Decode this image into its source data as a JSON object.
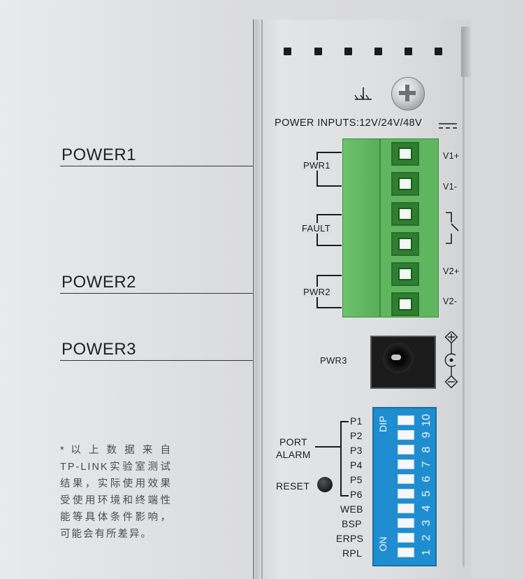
{
  "callouts": {
    "power1": "POWER1",
    "power2": "POWER2",
    "power3": "POWER3"
  },
  "disclaimer": "* 以 上 数 据 来 自 TP-LINK实验室测试结果，实际使用效果受使用环境和终端性能等具体条件影响，可能会有所差异。",
  "device": {
    "power_inputs": "POWER INPUTS:12V/24V/48V",
    "ground_symbol": "ground-symbol",
    "pwr1": "PWR1",
    "fault": "FAULT",
    "pwr2": "PWR2",
    "pwr3": "PWR3",
    "terminals": [
      "V1+",
      "V1-",
      "V2+",
      "V2-"
    ],
    "port_alarm_line1": "PORT",
    "port_alarm_line2": "ALARM",
    "reset": "RESET",
    "dip_labels": [
      "P1",
      "P2",
      "P3",
      "P4",
      "P5",
      "P6",
      "WEB",
      "BSP",
      "ERPS",
      "RPL"
    ],
    "dip_title": "DIP",
    "dip_on": "ON",
    "dip_numbers": [
      "10",
      "9",
      "8",
      "7",
      "6",
      "5",
      "4",
      "3",
      "2",
      "1"
    ],
    "colors": {
      "terminal_green": "#5fb65f",
      "dip_blue": "#1f8ed1"
    }
  }
}
